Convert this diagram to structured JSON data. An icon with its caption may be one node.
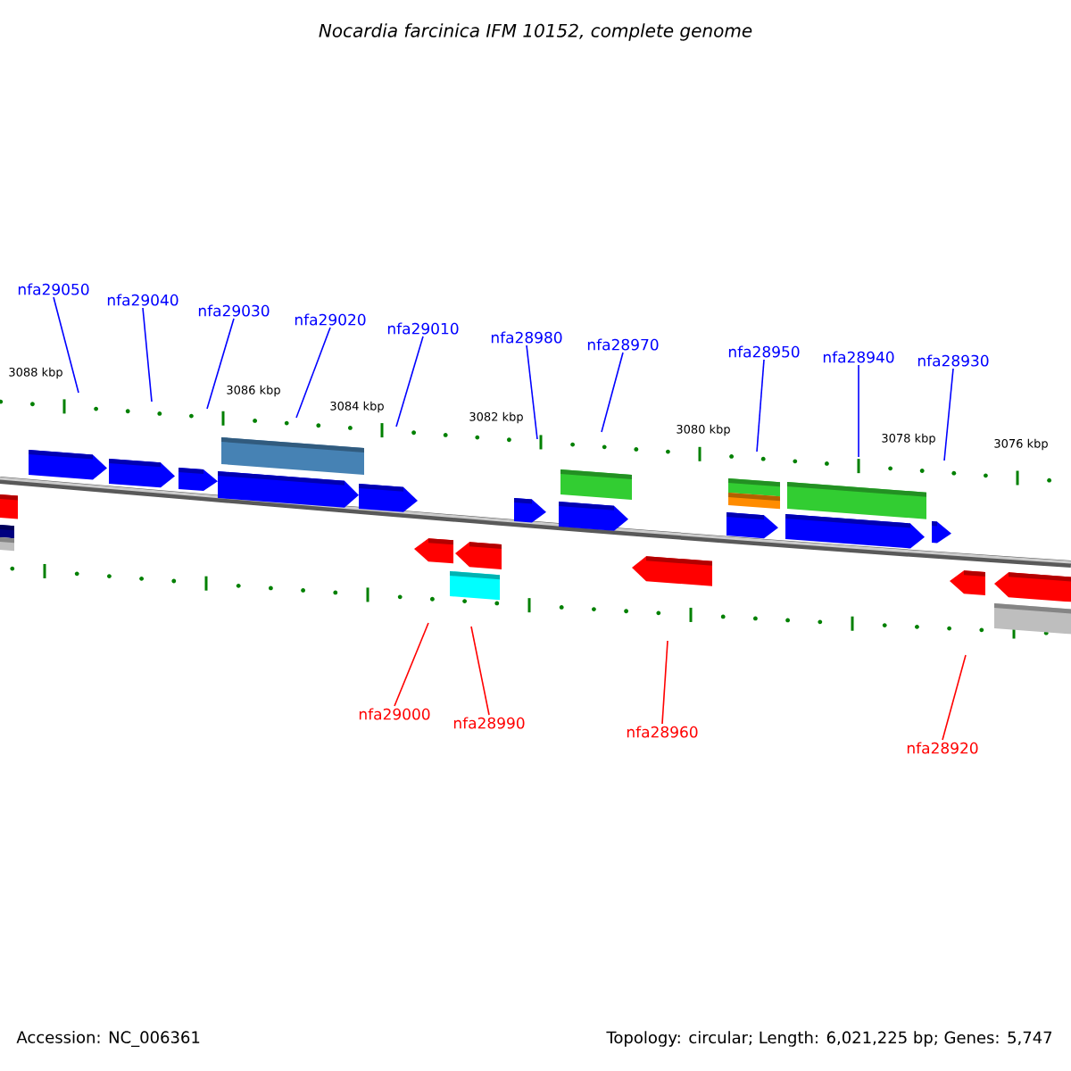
{
  "diagram": {
    "title": "Nocardia farcinica IFM 10152, complete genome",
    "nodes": [
      {
        "text": [
          "nfa29050"
        ]
      },
      {
        "text": [
          "nfa29040"
        ]
      },
      {
        "text": [
          "nfa29030"
        ]
      },
      {
        "text": [
          "nfa29020"
        ]
      },
      {
        "text": [
          "nfa29010"
        ]
      },
      {
        "text": [
          "nfa28980"
        ]
      },
      {
        "text": [
          "nfa28970"
        ]
      },
      {
        "text": [
          "nfa28950"
        ]
      },
      {
        "text": [
          "nfa28940"
        ]
      },
      {
        "text": [
          "nfa28930"
        ]
      },
      {
        "text": [
          "nfa29000"
        ]
      },
      {
        "text": [
          "nfa28990"
        ]
      },
      {
        "text": [
          "nfa28960"
        ]
      },
      {
        "text": [
          "nfa28920"
        ]
      }
    ],
    "edges": [
      {
        "from": 0,
        "to": null,
        "arrow": "none"
      },
      {
        "from": 1,
        "to": null,
        "arrow": "none"
      },
      {
        "from": 2,
        "to": null,
        "arrow": "none"
      },
      {
        "from": 3,
        "to": null,
        "arrow": "none"
      },
      {
        "from": 4,
        "to": null,
        "arrow": "none"
      },
      {
        "from": 5,
        "to": null,
        "arrow": "none"
      },
      {
        "from": 6,
        "to": null,
        "arrow": "none"
      },
      {
        "from": 7,
        "to": null,
        "arrow": "none"
      },
      {
        "from": 8,
        "to": null,
        "arrow": "none"
      },
      {
        "from": 9,
        "to": null,
        "arrow": "none"
      },
      {
        "from": 10,
        "to": null,
        "arrow": "none",
        "color": "#ff0000"
      },
      {
        "from": 11,
        "to": null,
        "arrow": "none",
        "color": "#ff0000"
      },
      {
        "from": 12,
        "to": null,
        "arrow": "none",
        "color": "#ff0000"
      },
      {
        "from": 13,
        "to": null,
        "arrow": "none",
        "color": "#ff0000"
      }
    ],
    "labels": [
      "3088 kbp",
      "3086 kbp",
      "3084 kbp",
      "3082 kbp",
      "3080 kbp",
      "3078 kbp",
      "3076 kbp",
      "Accession: NC_006361",
      "Topology: circular; Length: 6,021,225 bp; Genes: 5,747"
    ]
  }
}
